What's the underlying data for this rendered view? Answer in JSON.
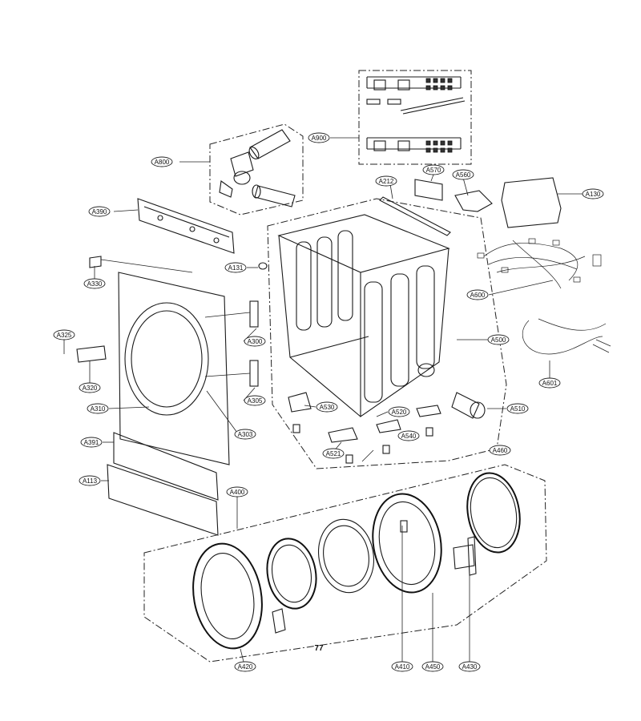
{
  "page_number": "77",
  "parts": {
    "a800": "A800",
    "a900": "A900",
    "a390": "A390",
    "a212": "A212",
    "a570": "A570",
    "a560": "A560",
    "a130": "A130",
    "a330": "A330",
    "a131": "A131",
    "a600": "A600",
    "a325": "A325",
    "a300": "A300",
    "a500": "A500",
    "a601": "A601",
    "a320": "A320",
    "a305": "A305",
    "a310": "A310",
    "a530": "A530",
    "a520": "A520",
    "a510": "A510",
    "a303": "A303",
    "a540": "A540",
    "a391": "A391",
    "a521": "A521",
    "a460": "A460",
    "a113": "A113",
    "a400": "A400",
    "a420": "A420",
    "a410": "A410",
    "a450": "A450",
    "a430": "A430"
  }
}
